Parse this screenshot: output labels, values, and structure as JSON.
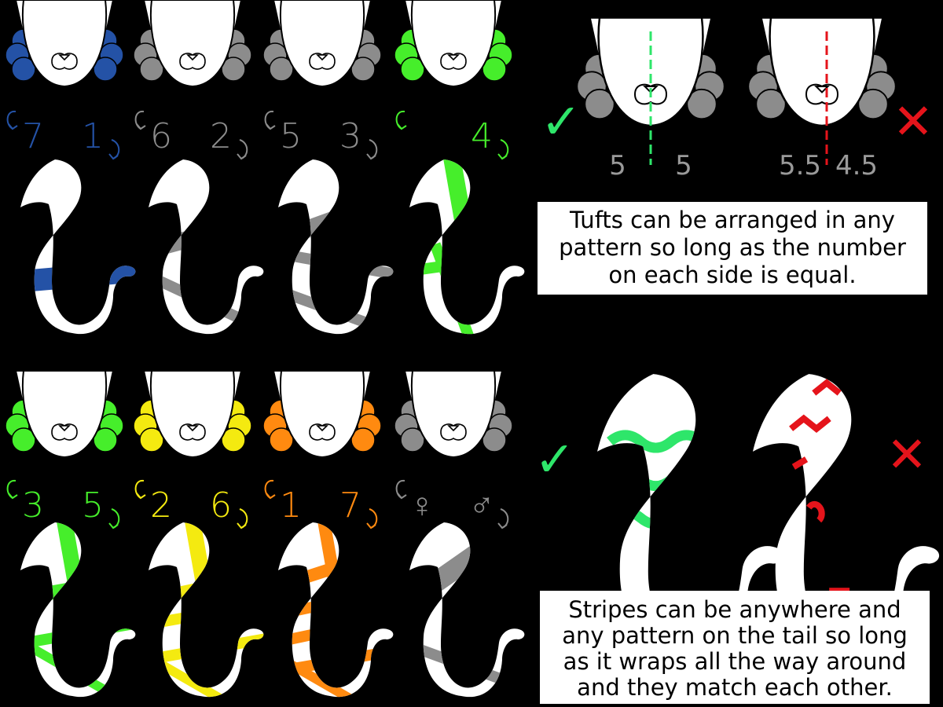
{
  "panels": [
    {
      "left": "7",
      "right": "1",
      "color": "#2452a6"
    },
    {
      "left": "6",
      "right": "2",
      "color": "#8c8c8c"
    },
    {
      "left": "5",
      "right": "3",
      "color": "#8c8c8c"
    },
    {
      "left": "",
      "right": "4",
      "color": "#46ee2b"
    },
    {
      "left": "3",
      "right": "5",
      "color": "#46ee2b"
    },
    {
      "left": "2",
      "right": "6",
      "color": "#f4ea10"
    },
    {
      "left": "1",
      "right": "7",
      "color": "#ff8a10"
    },
    {
      "left": "♀",
      "right": "♂",
      "color": "#8c8c8c"
    }
  ],
  "symmetry_example": {
    "good": {
      "left": "5",
      "right": "5",
      "mark": "✓",
      "line_color": "#2ee66a"
    },
    "bad": {
      "left": "5.5",
      "right": "4.5",
      "mark": "✕",
      "line_color": "#e5141b"
    }
  },
  "stripe_example": {
    "good_mark": "✓",
    "bad_mark": "✕",
    "good_color": "#2ee66a",
    "bad_color": "#e5141b"
  },
  "notes": {
    "tufts": "Tufts can be arranged in any pattern so long as the number on each side is equal.",
    "stripes": "Stripes can be anywhere and any pattern on the tail so long as it wraps all the way around and they match each other."
  }
}
